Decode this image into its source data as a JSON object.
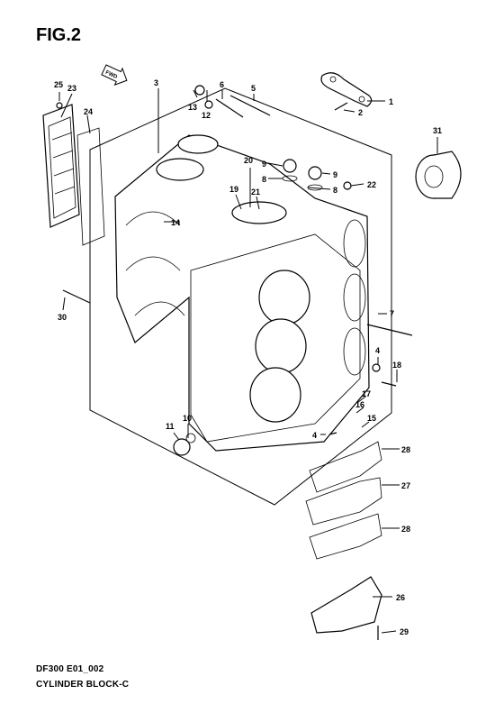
{
  "figure": {
    "title": "FIG.2",
    "model_code": "DF300 E01_002",
    "assembly_name": "CYLINDER BLOCK-C",
    "direction_label": "FWD"
  },
  "callouts": [
    "1",
    "2",
    "3",
    "4",
    "4",
    "5",
    "6",
    "7",
    "8",
    "8",
    "9",
    "9",
    "10",
    "11",
    "12",
    "13",
    "14",
    "15",
    "16",
    "17",
    "18",
    "19",
    "20",
    "21",
    "22",
    "23",
    "24",
    "25",
    "26",
    "27",
    "28",
    "28",
    "29",
    "30",
    "31"
  ]
}
